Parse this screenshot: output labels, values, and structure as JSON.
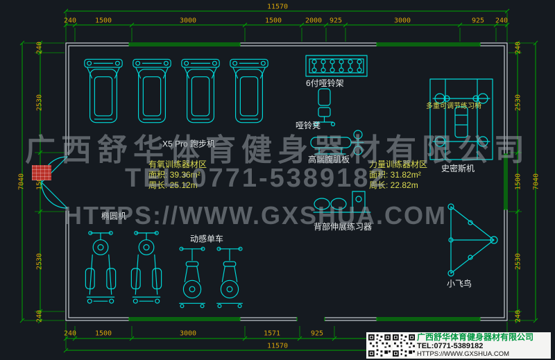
{
  "dims": {
    "top_total": "11570",
    "top": [
      "240",
      "1500",
      "3000",
      "1500",
      "2000",
      "925",
      "3000",
      "925",
      "240"
    ],
    "bottom": [
      "240",
      "1500",
      "3000",
      "1571",
      "925"
    ],
    "bottom_total": "11570",
    "left": [
      "240",
      "2530",
      "1500",
      "2530",
      "240"
    ],
    "left_total": "7040",
    "right": [
      "240",
      "2530",
      "1500",
      "2530",
      "240"
    ],
    "right_total": "7040"
  },
  "zones": {
    "aerobic": {
      "name": "有氧训练器材区",
      "area": "面积: 39.36m²",
      "perimeter": "周长: 25.12m"
    },
    "strength": {
      "name": "力量训练器材区",
      "area": "面积: 31.82m²",
      "perimeter": "周长: 22.82m"
    }
  },
  "equipment_labels": {
    "treadmill": "X5 Pro 跑步机",
    "dumbbell_rack": "6付哑铃架",
    "dumbbell_bench": "哑铃凳",
    "ab_board": "高端腹肌板",
    "back_extension": "背部伸展练习器",
    "adjustable_chair": "多重可调节练习椅",
    "smith_machine": "史密斯机",
    "elliptical": "椭圆机",
    "spin_bike": "动感单车",
    "cable_fly": "小飞鸟"
  },
  "watermark": {
    "line1": "广西舒华体育健身器材有限公司",
    "line2": "TEL:0771-5389182",
    "line3": "HTTPS://WWW.GXSHUA.COM"
  },
  "info_card": {
    "company": "广西舒华体育健身器材有限公司",
    "tel": "TEL:0771-5389182",
    "website": "HTTPS://WWW.GXSHUA.COM"
  },
  "colors": {
    "background": "#151a20",
    "equipment": "#00d9d9",
    "dimension_line": "#00a800",
    "dimension_text": "#d7a40a",
    "label_white": "#e9edee",
    "label_yellow": "#dede52",
    "watermark_gray": "#989ea4",
    "company_green": "#009640",
    "stamp_red": "#b93129"
  }
}
